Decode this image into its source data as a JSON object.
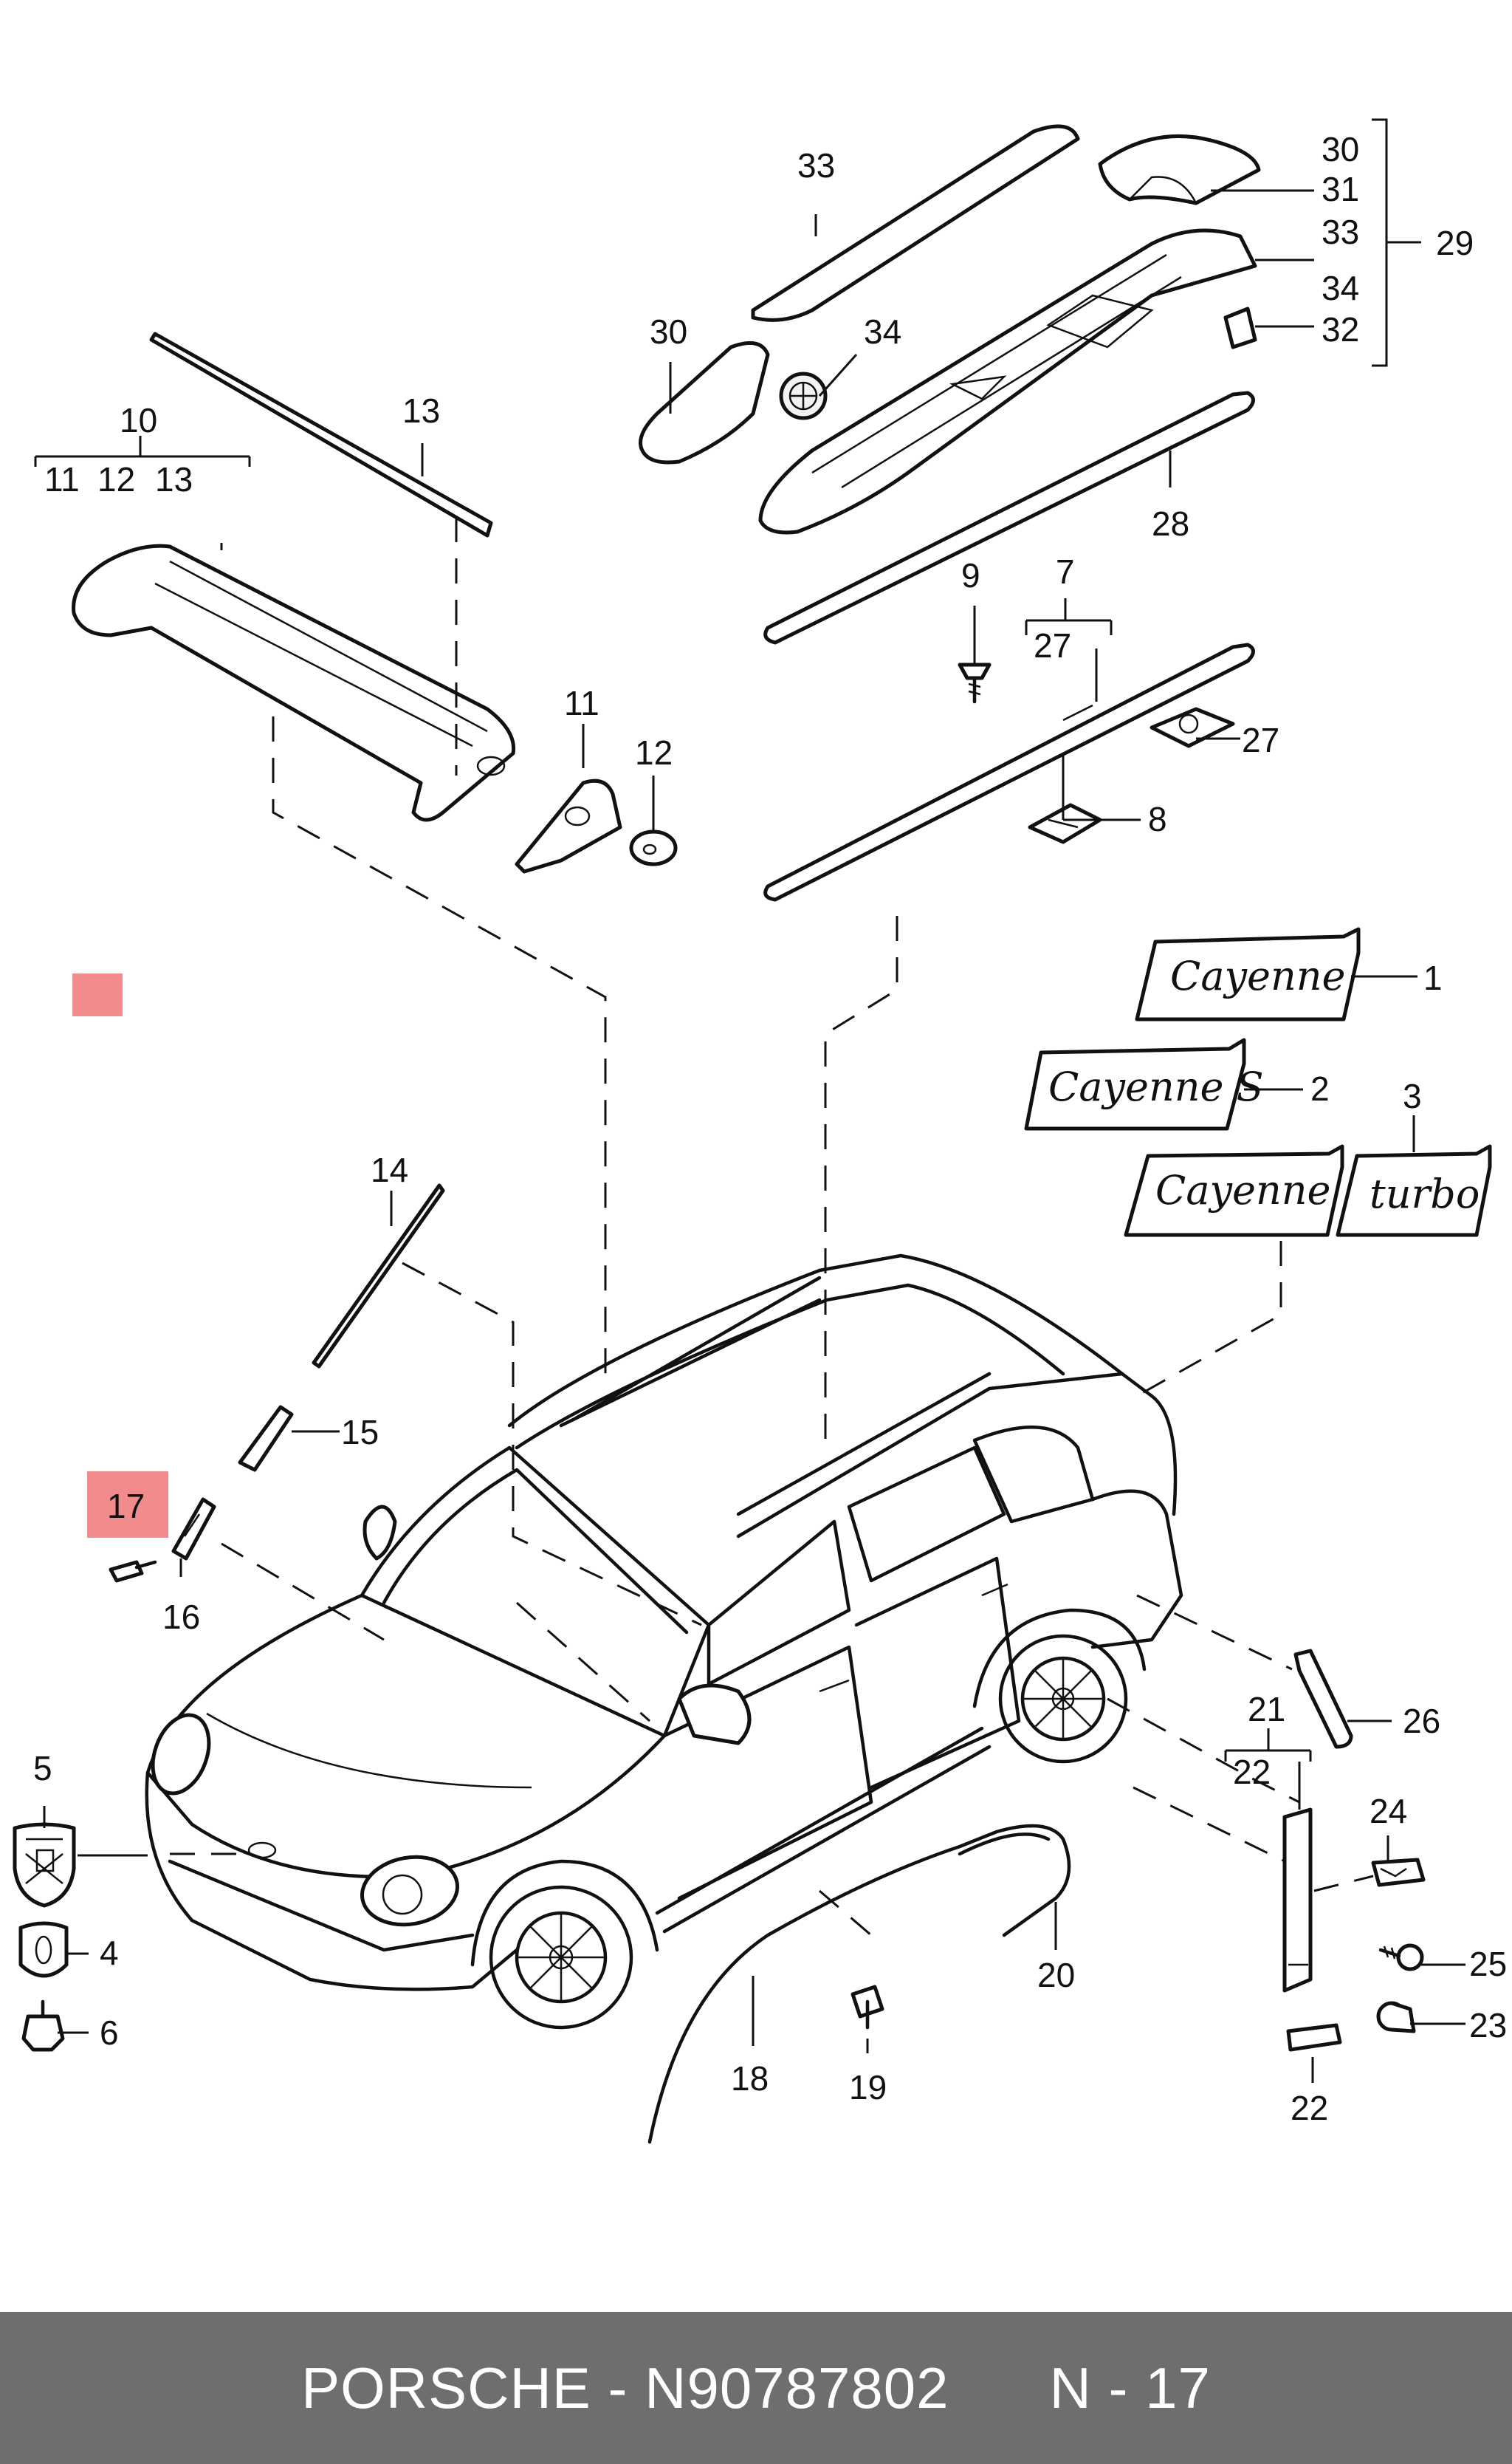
{
  "footer": {
    "background": "#6e6e6e",
    "text": "PORSCHE - N90787802      N - 17"
  },
  "highlight": {
    "color": "#f28b8b",
    "label": "17"
  },
  "callouts": {
    "n1": "1",
    "n2": "2",
    "n3": "3",
    "n4": "4",
    "n5": "5",
    "n6": "6",
    "n7": "7",
    "n8": "8",
    "n9": "9",
    "n10": "10",
    "n11a": "11",
    "n11b": "11",
    "n12a": "12",
    "n12b": "12",
    "n13a": "13",
    "n13b": "13",
    "n14": "14",
    "n15": "15",
    "n16": "16",
    "n18": "18",
    "n19": "19",
    "n20": "20",
    "n21": "21",
    "n22a": "22",
    "n22b": "22",
    "n23": "23",
    "n24": "24",
    "n25": "25",
    "n26": "26",
    "n27a": "27",
    "n27b": "27",
    "n28": "28",
    "n29": "29",
    "n30a": "30",
    "n30b": "30",
    "n31": "31",
    "n33a": "33",
    "n33b": "33",
    "n32": "32",
    "n34a": "34",
    "n34b": "34"
  },
  "badges": {
    "cayenne": "Cayenne",
    "cayenne_s": "Cayenne S",
    "cayenne_turbo_left": "Cayenne",
    "cayenne_turbo_right": "turbo"
  },
  "icons": {
    "crest": "porsche-crest-icon",
    "car": "cayenne-suv-outline"
  }
}
